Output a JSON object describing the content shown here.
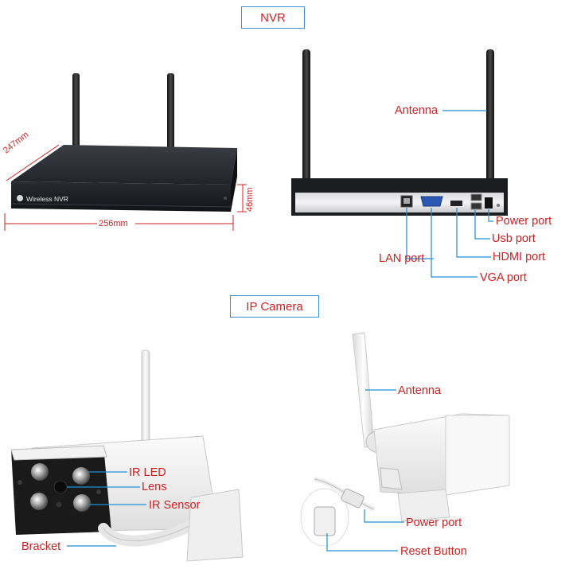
{
  "sections": {
    "nvr_title": "NVR",
    "camera_title": "IP Camera"
  },
  "nvr_front": {
    "brand_text": "Wireless NVR",
    "depth_label": "247mm",
    "width_label": "256mm",
    "height_label": "46mm"
  },
  "nvr_back": {
    "antenna": "Antenna",
    "lan_port": "LAN port",
    "vga_port": "VGA port",
    "hdmi_port": "HDMI port",
    "usb_port": "Usb port",
    "power_port": "Power port"
  },
  "camera_front": {
    "ir_led": "IR LED",
    "lens": "Lens",
    "ir_sensor": "IR Sensor",
    "bracket": "Bracket"
  },
  "camera_back": {
    "antenna": "Antenna",
    "power_port": "Power port",
    "reset_button": "Reset Button"
  },
  "colors": {
    "label_text": "#cc2222",
    "callout_line": "#1f8fd6",
    "title_border": "#3b8fd0",
    "device_dark": "#1d1f24",
    "device_white": "#f2f2f2"
  }
}
